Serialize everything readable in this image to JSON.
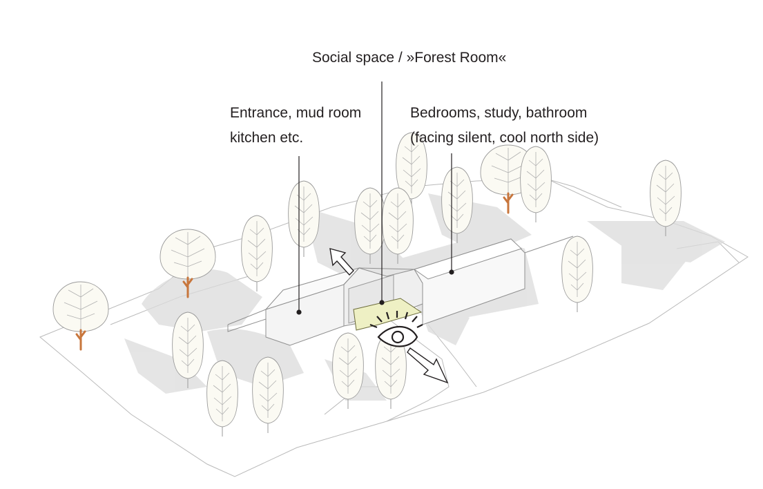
{
  "labels": {
    "social": "Social space / »Forest Room«",
    "entrance_line1": "Entrance, mud room",
    "entrance_line2": "kitchen etc.",
    "bedrooms_line1": "Bedrooms, study, bathroom",
    "bedrooms_line2": "(facing silent, cool north side)"
  },
  "colors": {
    "line": "#231f20",
    "outline": "#b9b9b9",
    "shadow": "#dcdcdc",
    "tree_fill": "#fbfaf3",
    "trunk": "#c8763c",
    "highlight": "#eef0c4"
  },
  "icons": [
    "eye-icon",
    "view-arrow-icon",
    "tree-icon"
  ]
}
